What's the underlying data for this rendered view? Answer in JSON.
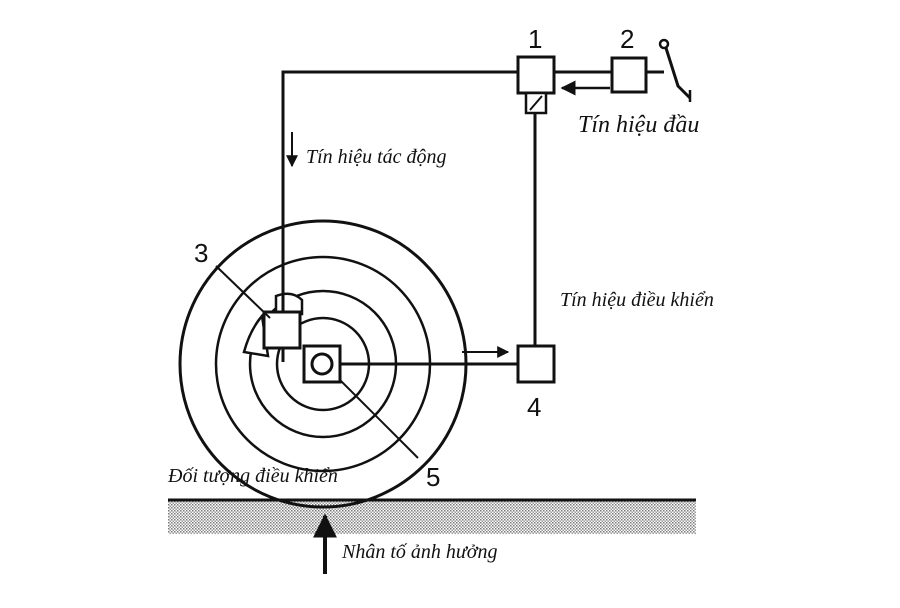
{
  "numbers": {
    "n1": "1",
    "n2": "2",
    "n3": "3",
    "n4": "4",
    "n5": "5"
  },
  "labels": {
    "input_signal": "Tín hiệu đầu",
    "action_signal": "Tín hiệu tác động",
    "control_signal": "Tín hiệu điều khiển",
    "controlled_object": "Đối tượng điều khiển",
    "influence_factor": "Nhân tố ảnh hưởng"
  },
  "colors": {
    "line": "#111111",
    "ground_hatch": "#9a9a9a"
  },
  "icons": {
    "pedal": "pedal-lever-icon",
    "wheel": "wheel-icon"
  }
}
